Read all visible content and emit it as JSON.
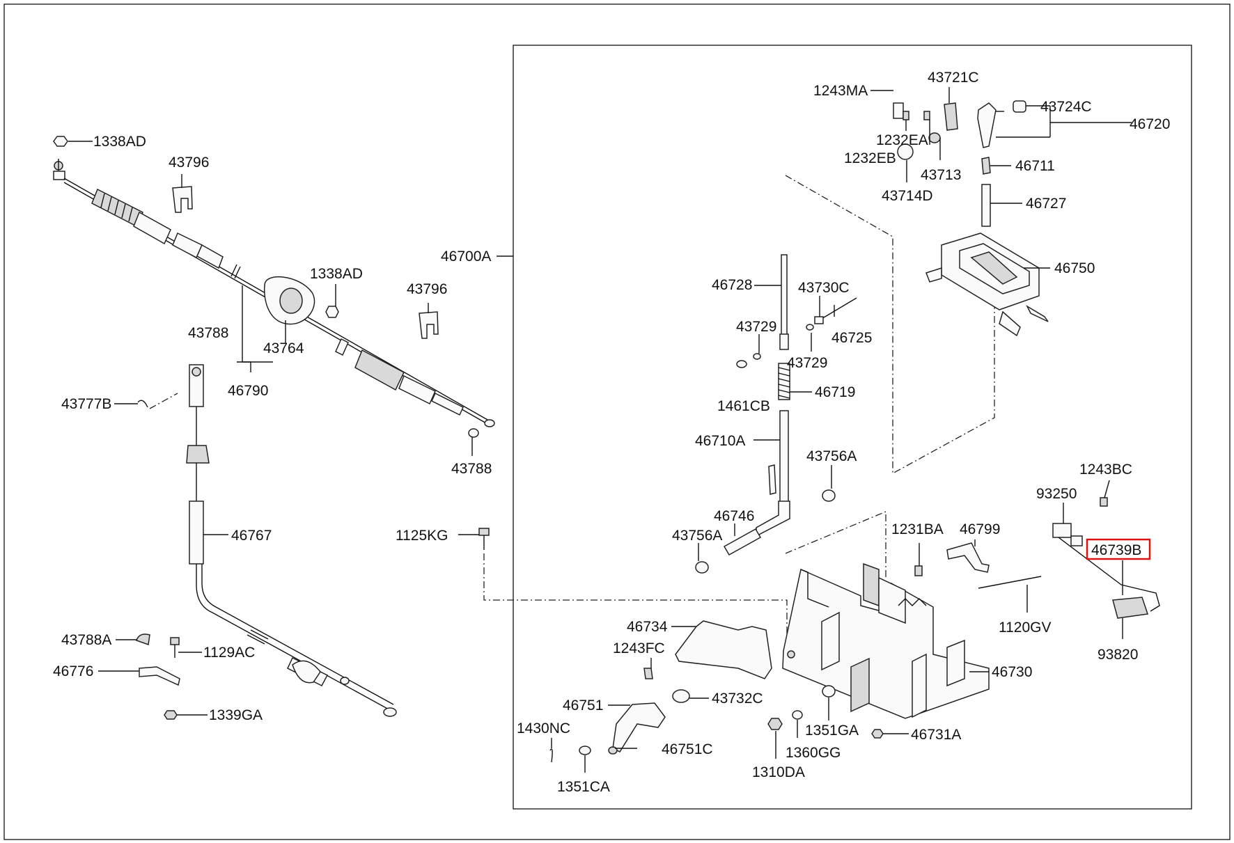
{
  "colors": {
    "line": "#111111",
    "highlight": "#e01010",
    "background": "#ffffff"
  },
  "highlighted_part": "46739B",
  "labels": {
    "p1338AD_a": "1338AD",
    "p43796_a": "43796",
    "p1338AD_b": "1338AD",
    "p43796_b": "43796",
    "p43788_a": "43788",
    "p43764": "43764",
    "p46790": "46790",
    "p43777B": "43777B",
    "p43788_b": "43788",
    "p46700A": "46700A",
    "p46767": "46767",
    "p1125KG": "1125KG",
    "p43788A": "43788A",
    "p1129AC": "1129AC",
    "p46776": "46776",
    "p1339GA": "1339GA",
    "p1243MA": "1243MA",
    "p43721C": "43721C",
    "p43724C": "43724C",
    "p46720": "46720",
    "p1232EA": "1232EA",
    "p1232EB": "1232EB",
    "p43713": "43713",
    "p43714D": "43714D",
    "p46711": "46711",
    "p46727": "46727",
    "p46750": "46750",
    "p46728": "46728",
    "p43730C": "43730C",
    "p43729_a": "43729",
    "p46725": "46725",
    "p43729_b": "43729",
    "p46719": "46719",
    "p1461CB": "1461CB",
    "p46710A": "46710A",
    "p43756A_a": "43756A",
    "p46746": "46746",
    "p43756A_b": "43756A",
    "p1231BA": "1231BA",
    "p46799": "46799",
    "p1243BC": "1243BC",
    "p93250": "93250",
    "p46739B": "46739B",
    "p93820": "93820",
    "p1120GV": "1120GV",
    "p46730": "46730",
    "p46734": "46734",
    "p1243FC": "1243FC",
    "p43732C": "43732C",
    "p46751": "46751",
    "p46751C": "46751C",
    "p1430NC": "1430NC",
    "p1351CA": "1351CA",
    "p1310DA": "1310DA",
    "p1360GG": "1360GG",
    "p1351GA": "1351GA",
    "p46731A": "46731A"
  }
}
